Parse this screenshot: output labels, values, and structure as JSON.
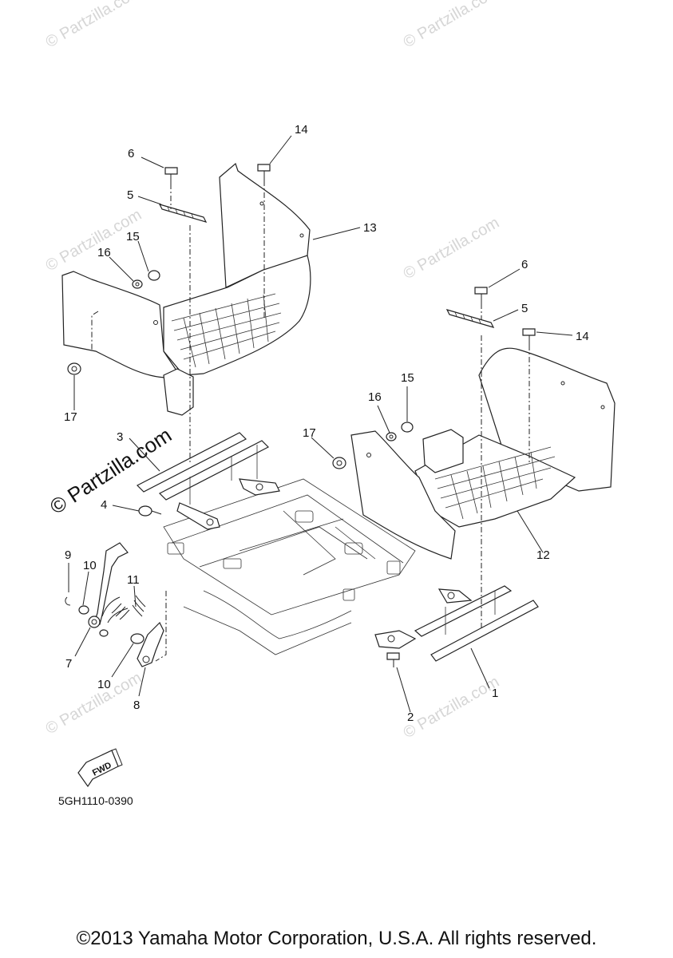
{
  "diagram": {
    "code": "5GH1110-0390",
    "fwd_label": "FWD",
    "copyright": "©2013 Yamaha Motor Corporation, U.S.A. All rights reserved.",
    "watermark_main": "© Partzilla.com",
    "watermark_faint": "© Partzilla.com",
    "callouts": [
      "1",
      "2",
      "3",
      "4",
      "5",
      "5",
      "6",
      "6",
      "7",
      "8",
      "9",
      "10",
      "10",
      "11",
      "12",
      "13",
      "14",
      "14",
      "15",
      "15",
      "16",
      "16",
      "17",
      "17"
    ]
  }
}
